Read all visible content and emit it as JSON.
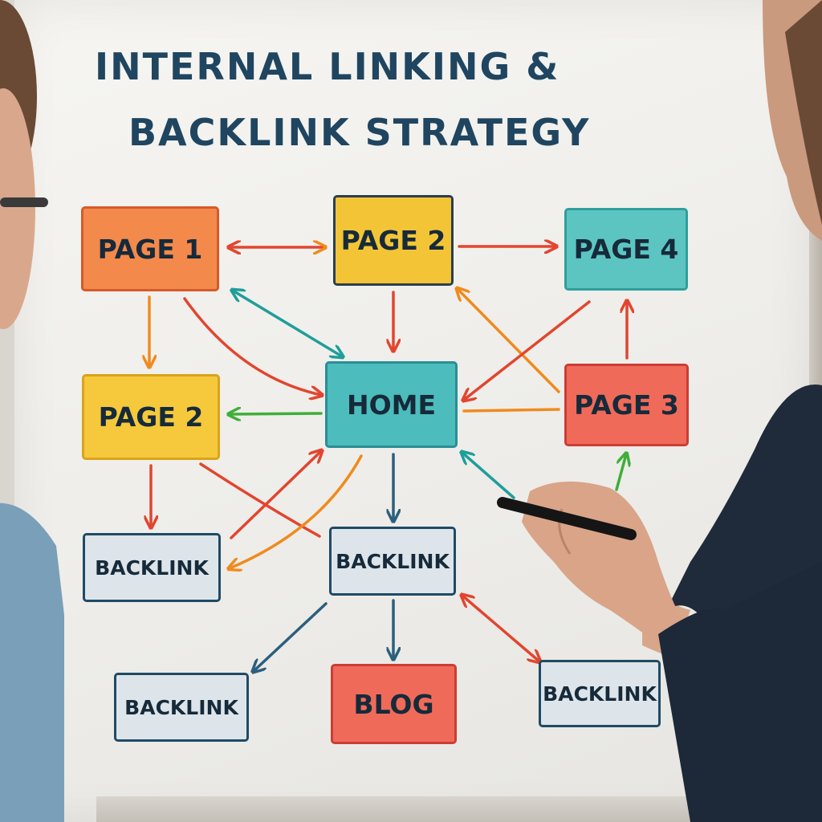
{
  "title": {
    "line1": "INTERNAL LINKING &",
    "line2": "BACKLINK STRATEGY"
  },
  "nodes": {
    "page1": "PAGE 1",
    "page2_top": "PAGE 2",
    "page4": "PAGE 4",
    "page2_left": "PAGE 2",
    "home": "HOME",
    "page3": "PAGE 3",
    "backlink_left": "BACKLINK",
    "backlink_center": "BACKLINK",
    "backlink_bottom_left": "BACKLINK",
    "blog": "BLOG",
    "backlink_right": "BACKLINK"
  },
  "colors": {
    "title": "#1f4560",
    "orange": "#f4894c",
    "yellow": "#f5c93b",
    "teal": "#5cc5c2",
    "red": "#f06a5a",
    "backlink_fill": "#dde5ea",
    "arrow_red": "#e2452f",
    "arrow_orange": "#f08a1e",
    "arrow_teal": "#1f9e9a",
    "arrow_green": "#3fae3a",
    "arrow_blue": "#2b5f7d"
  }
}
